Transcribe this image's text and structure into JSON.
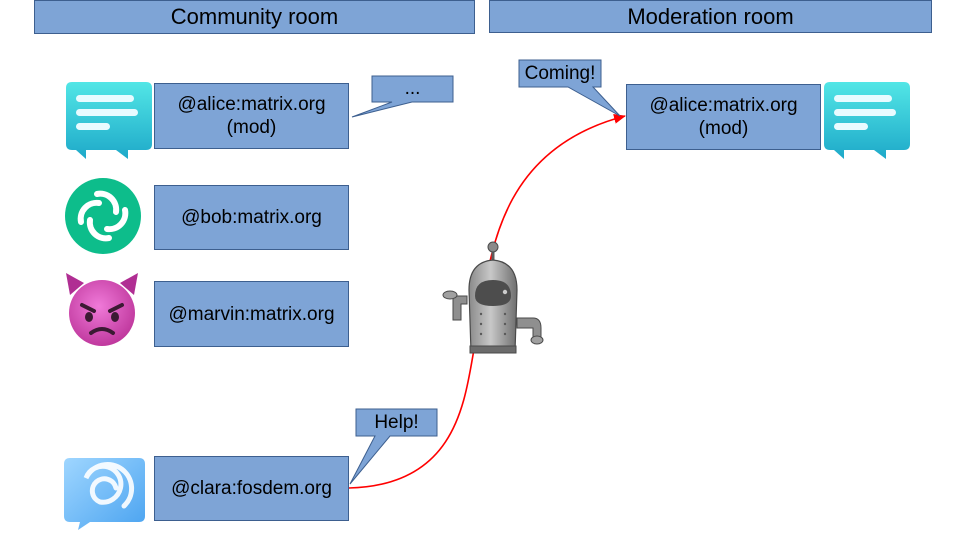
{
  "colors": {
    "box_fill": "#7ea4d6",
    "box_border": "#3d5f8f",
    "arrow": "#ff0000"
  },
  "headers": {
    "community": "Community room",
    "moderation": "Moderation room"
  },
  "community_room": {
    "alice": {
      "line1": "@alice:matrix.org",
      "line2": "(mod)",
      "icon": "chat-bubble-icon",
      "bubble": "..."
    },
    "bob": {
      "line1": "@bob:matrix.org",
      "icon": "element-logo-icon"
    },
    "marvin": {
      "line1": "@marvin:matrix.org",
      "icon": "angry-devil-emoji-icon"
    },
    "clara": {
      "line1": "@clara:fosdem.org",
      "icon": "fluffychat-logo-icon",
      "bubble": "Help!"
    }
  },
  "moderation_room": {
    "alice": {
      "line1": "@alice:matrix.org",
      "line2": "(mod)",
      "icon": "chat-bubble-icon",
      "bubble": "Coming!"
    }
  },
  "bot": {
    "icon": "robot-icon"
  }
}
